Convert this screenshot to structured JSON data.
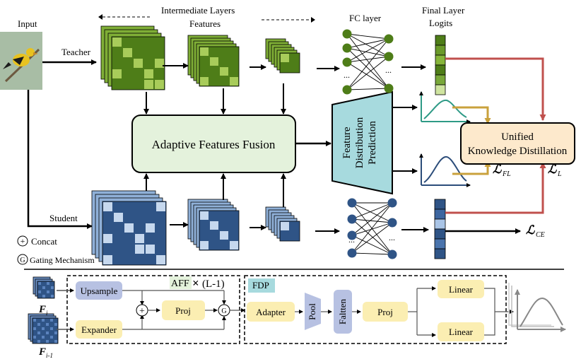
{
  "labels": {
    "input": "Input",
    "teacher": "Teacher",
    "student": "Student",
    "intermediate_1": "Intermediate Layers",
    "intermediate_2": "Features",
    "fc_layer": "FC layer",
    "final_logits_1": "Final Layer",
    "final_logits_2": "Logits",
    "aff": "Adaptive Features Fusion",
    "fdp_1": "Feature",
    "fdp_2": "Distribution",
    "fdp_3": "Prediction",
    "ukd_1": "Unified",
    "ukd_2": "Knowledge Distillation",
    "loss_fl": "FL",
    "loss_l": "L",
    "loss_ce": "CE",
    "loss_symbol": "ℒ",
    "ellipsis": "...",
    "legend_concat_symbol": "+",
    "legend_concat": "Concat",
    "legend_gating_symbol": "G",
    "legend_gating": "Gating Mechanism"
  },
  "bottom": {
    "f_i": "F",
    "f_i_sub": "i",
    "f_i1": "F",
    "f_i1_sub": "i-1",
    "upsample": "Upsample",
    "expander": "Expander",
    "proj": "Proj",
    "plus": "+",
    "gate": "G",
    "aff_tag": "AFF",
    "aff_times": "×",
    "aff_count": "(L-1)",
    "fdp_tag": "FDP",
    "adapter": "Adapter",
    "pool": "Pool",
    "flatten": "Faltten",
    "proj2": "Proj",
    "linear_1": "Linear",
    "linear_2": "Linear"
  },
  "colors": {
    "teacher_green": "#6a9a2a",
    "teacher_green_light": "#a8cc5a",
    "student_blue": "#2f5486",
    "student_blue_light": "#a9c4e6",
    "aff_fill": "#e4f2dc",
    "fdp_fill": "#a7dade",
    "ukd_fill": "#fde9cc",
    "red_arrow": "#c0504d",
    "gold_arrow": "#c9a13c",
    "teal_curve": "#2e9a86",
    "navy_curve": "#2c4d7a",
    "upsample_fill": "#b7c1e2",
    "pale_yellow": "#fbeeb2"
  }
}
